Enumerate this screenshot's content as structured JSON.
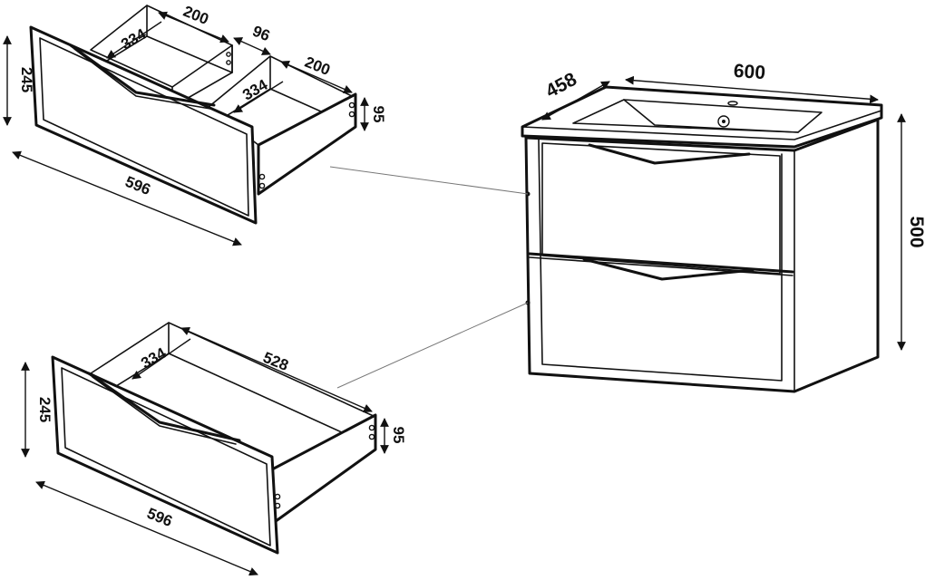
{
  "dimensions": {
    "top_drawer": {
      "height": "245",
      "inner_width_left": "200",
      "inner_depth_left": "334",
      "gap": "96",
      "inner_width_right": "200",
      "inner_depth_right": "334",
      "side_height": "95",
      "front_width": "596"
    },
    "cabinet": {
      "depth": "458",
      "width": "600",
      "height": "500"
    },
    "bottom_drawer": {
      "height": "245",
      "inner_depth": "334",
      "inner_width": "528",
      "side_height": "95",
      "front_width": "596"
    }
  }
}
